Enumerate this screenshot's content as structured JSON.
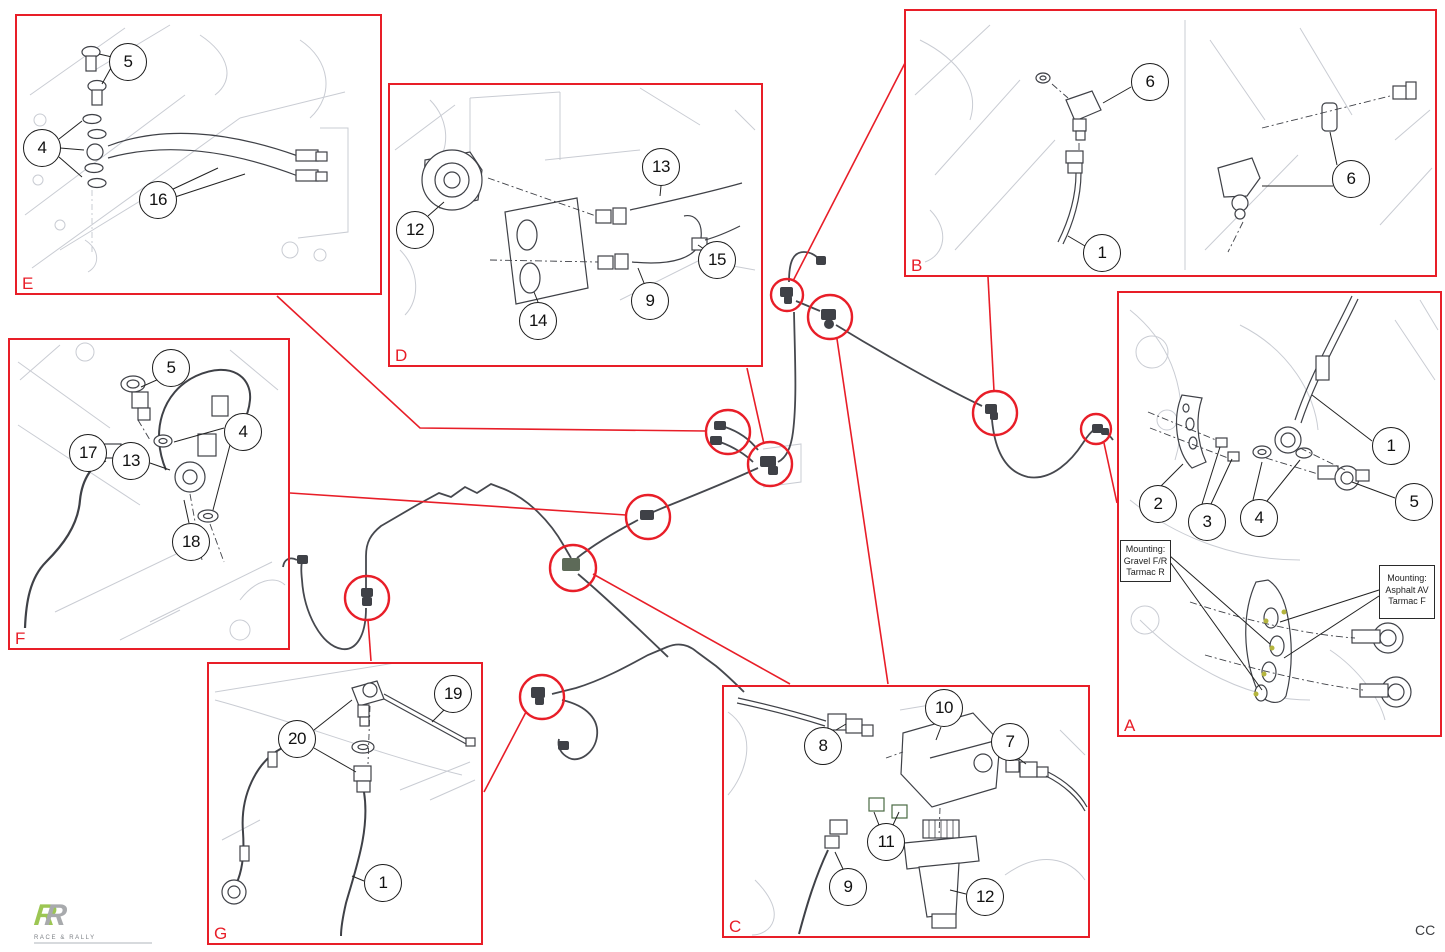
{
  "diagram": {
    "footer_code": "CC",
    "logo": {
      "letters": [
        "R",
        "R"
      ],
      "tagline": "RACE & RALLY"
    },
    "detail_boxes": {
      "E": {
        "letter": "E",
        "callouts": [
          "5",
          "4",
          "16"
        ]
      },
      "D": {
        "letter": "D",
        "callouts": [
          "12",
          "13",
          "15",
          "9",
          "14"
        ]
      },
      "B": {
        "letter": "B",
        "callouts": [
          "6",
          "6",
          "1"
        ]
      },
      "A": {
        "letter": "A",
        "callouts": [
          "1",
          "2",
          "3",
          "4",
          "5"
        ]
      },
      "F": {
        "letter": "F",
        "callouts": [
          "5",
          "4",
          "17",
          "13",
          "18"
        ]
      },
      "G": {
        "letter": "G",
        "callouts": [
          "19",
          "20",
          "1"
        ]
      },
      "C": {
        "letter": "C",
        "callouts": [
          "8",
          "10",
          "7",
          "11",
          "9",
          "12"
        ]
      }
    },
    "mounting_notes": [
      {
        "l1": "Mounting:",
        "l2": "Gravel F/R",
        "l3": "Tarmac R"
      },
      {
        "l1": "Mounting:",
        "l2": "Asphalt AV",
        "l3": "Tarmac F"
      }
    ],
    "colors": {
      "accent_red": "#e81e28",
      "line_dark": "#46484e",
      "sketch_light": "#c9ccd3",
      "logo_green": "#9cc653"
    }
  }
}
